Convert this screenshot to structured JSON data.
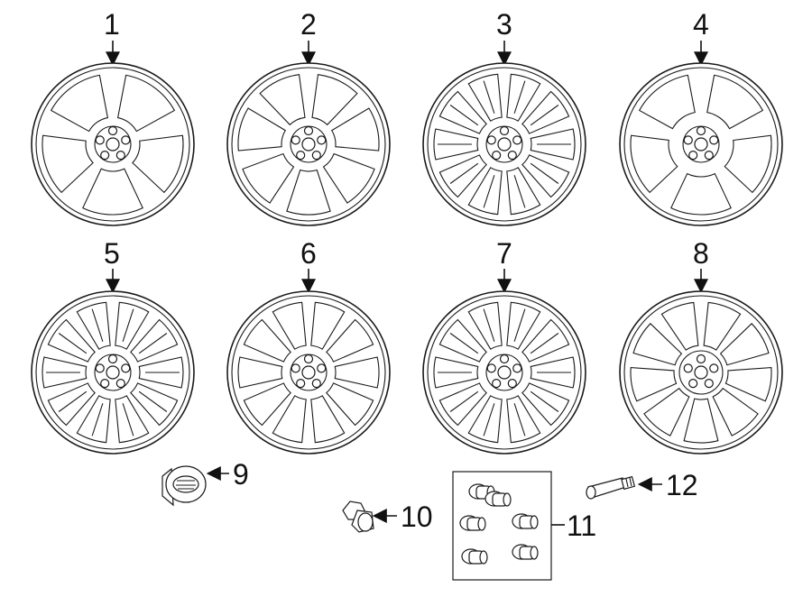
{
  "diagram": {
    "wheels": [
      {
        "callout": "1",
        "style": "split-y"
      },
      {
        "callout": "2",
        "style": "seven-spoke"
      },
      {
        "callout": "3",
        "style": "turbine"
      },
      {
        "callout": "4",
        "style": "five-blade"
      },
      {
        "callout": "5",
        "style": "multi-fin"
      },
      {
        "callout": "6",
        "style": "ten-spoke"
      },
      {
        "callout": "7",
        "style": "multi-line"
      },
      {
        "callout": "8",
        "style": "nine-spoke"
      }
    ],
    "parts": [
      {
        "callout": "9",
        "name": "center-cap"
      },
      {
        "callout": "10",
        "name": "lug-nut"
      },
      {
        "callout": "11",
        "name": "wheel-lock-set"
      },
      {
        "callout": "12",
        "name": "valve-stem"
      }
    ]
  }
}
